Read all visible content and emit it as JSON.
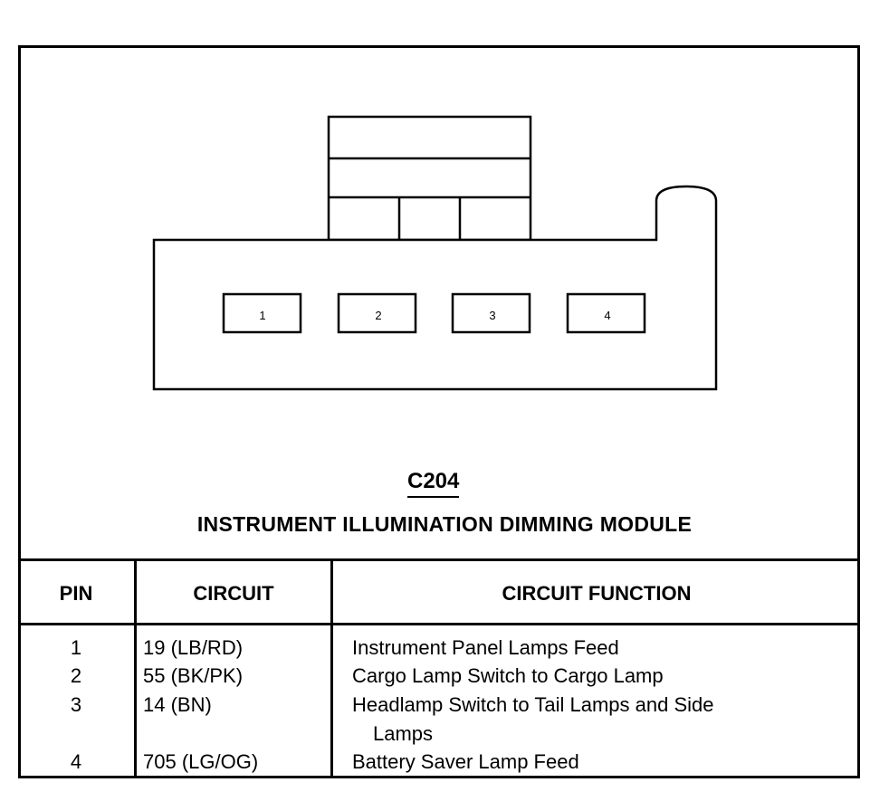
{
  "connector": {
    "id": "C204",
    "name": "INSTRUMENT ILLUMINATION DIMMING MODULE",
    "pins": [
      "1",
      "2",
      "3",
      "4"
    ]
  },
  "table": {
    "headers": {
      "pin": "PIN",
      "circuit": "CIRCUIT",
      "function": "CIRCUIT FUNCTION"
    },
    "rows": [
      {
        "pin": "1",
        "circuit": "19 (LB/RD)",
        "function": "Instrument Panel Lamps Feed",
        "function_cont": ""
      },
      {
        "pin": "2",
        "circuit": "55 (BK/PK)",
        "function": "Cargo Lamp Switch to Cargo Lamp",
        "function_cont": ""
      },
      {
        "pin": "3",
        "circuit": "14 (BN)",
        "function": "Headlamp Switch to Tail Lamps and Side",
        "function_cont": "Lamps"
      },
      {
        "pin": "4",
        "circuit": "705 (LG/OG)",
        "function": "Battery Saver Lamp Feed",
        "function_cont": ""
      }
    ]
  }
}
